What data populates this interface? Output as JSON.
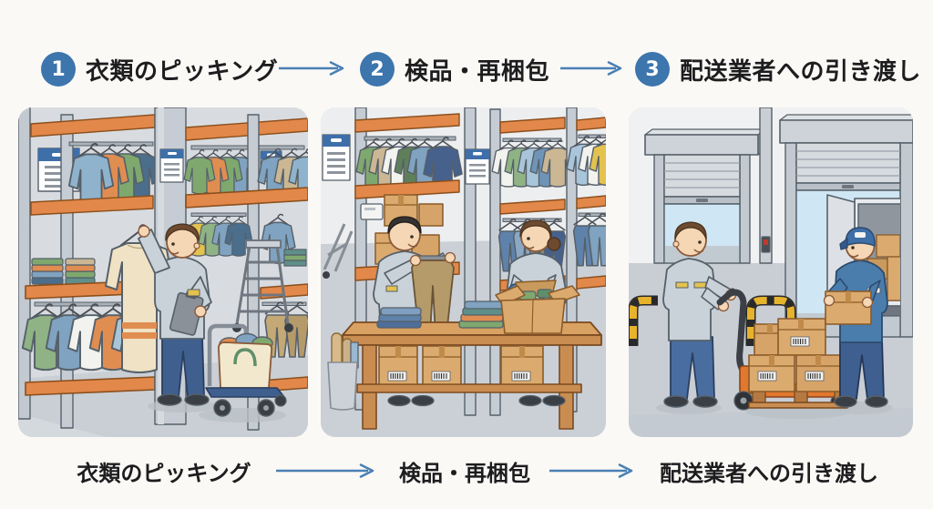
{
  "colors": {
    "page_background": "#fbf9f6",
    "step_circle": "#3d75ad",
    "arrow": "#4a80b4",
    "text": "#1d1d1f"
  },
  "flow": {
    "steps": [
      {
        "number": "1",
        "label": "衣類のピッキング"
      },
      {
        "number": "2",
        "label": "検品・再梱包"
      },
      {
        "number": "3",
        "label": "配送業者への引き渡し"
      }
    ]
  },
  "footer": {
    "labels": [
      "衣類のピッキング",
      "検品・再梱包",
      "配送業者への引き渡し"
    ]
  },
  "panels": [
    {
      "name": "clothing-picking-illustration"
    },
    {
      "name": "inspection-repacking-illustration"
    },
    {
      "name": "carrier-handover-illustration"
    }
  ]
}
